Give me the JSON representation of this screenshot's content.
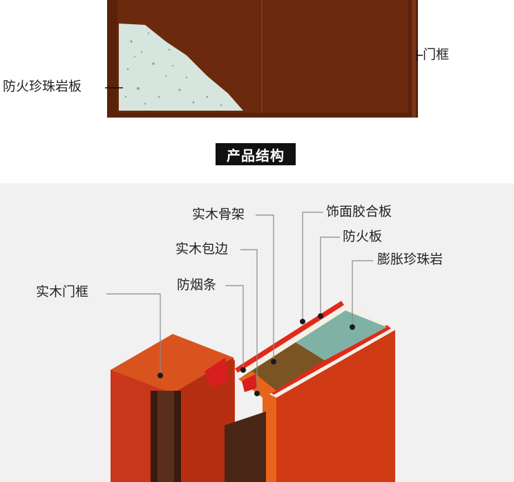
{
  "top": {
    "labels": {
      "perlite_board": "防火珍珠岩板",
      "door_frame": "门框"
    },
    "title": "产品结构"
  },
  "diagram": {
    "labels": {
      "solid_wood_skeleton": "实木骨架",
      "veneer_plywood": "饰面胶合板",
      "solid_wood_edging": "实木包边",
      "fireproof_board": "防火板",
      "expanded_perlite": "膨胀珍珠岩",
      "solid_wood_frame": "实木门框",
      "smoke_seal": "防烟条"
    }
  },
  "colors": {
    "door_brown": "#6b2a0d",
    "frame_red": "#cf3a14",
    "frame_orange": "#e8641c",
    "perlite_teal": "#7fb2a4",
    "skeleton_brown": "#7a5523",
    "seal_red": "#d81e1e",
    "leader_line": "#8a8a8a"
  }
}
